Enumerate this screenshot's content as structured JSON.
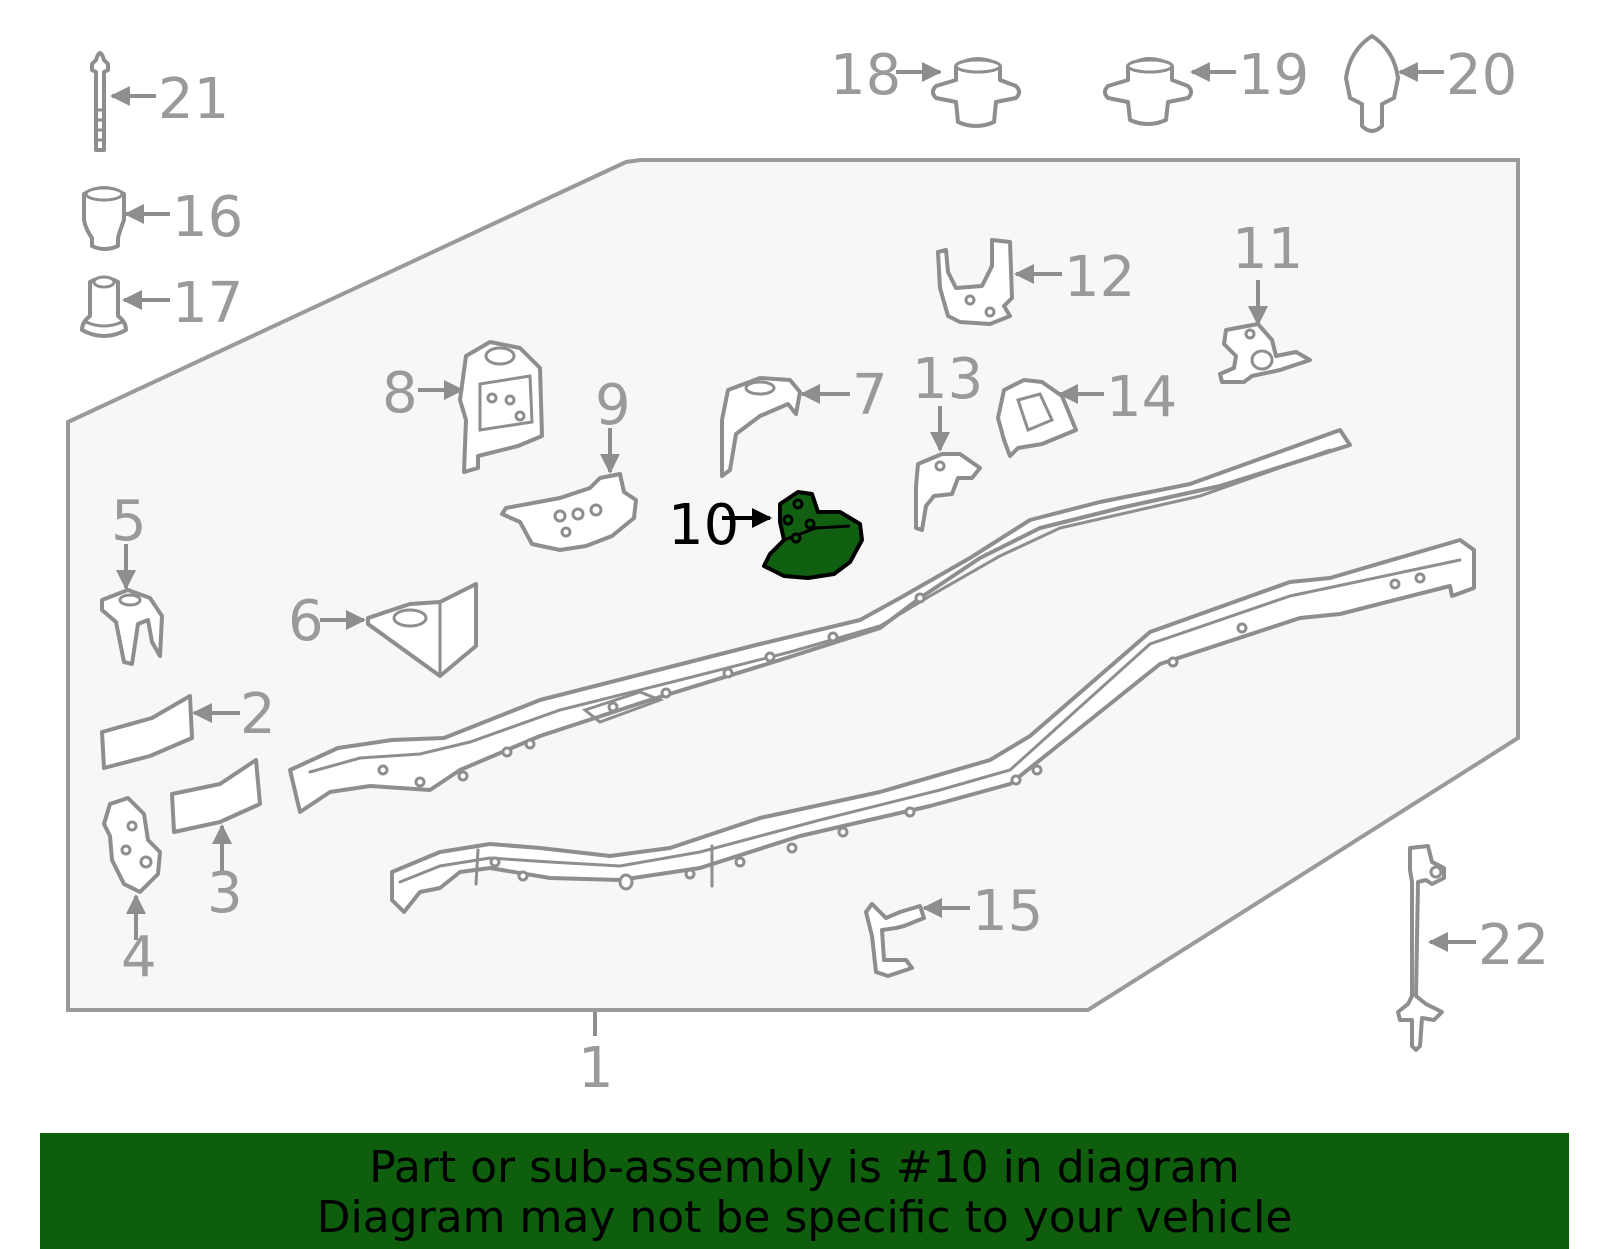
{
  "diagram": {
    "callouts": {
      "c1": "1",
      "c2": "2",
      "c3": "3",
      "c4": "4",
      "c5": "5",
      "c6": "6",
      "c7": "7",
      "c8": "8",
      "c9": "9",
      "c10": "10",
      "c11": "11",
      "c12": "12",
      "c13": "13",
      "c14": "14",
      "c15": "15",
      "c16": "16",
      "c17": "17",
      "c18": "18",
      "c19": "19",
      "c20": "20",
      "c21": "21",
      "c22": "22"
    },
    "highlighted_part": "10",
    "colors": {
      "highlight_fill": "#116011",
      "panel_fill": "#f7f7f7",
      "line_gray": "#8e8e8e",
      "banner_green": "#0e5e0e"
    }
  },
  "banner": {
    "line1": "Part or sub-assembly is #10 in diagram",
    "line2": "Diagram may not be specific to your vehicle"
  }
}
